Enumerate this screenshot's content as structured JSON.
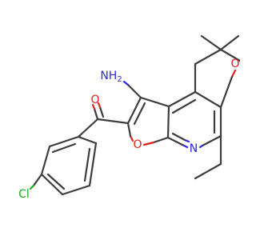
{
  "molecule": {
    "atom_labels": {
      "amino": "NH2",
      "amino_text": "NH",
      "amino_subscript": "2",
      "carbonyl_oxygen": "O",
      "furan_oxygen": "O",
      "pyran_oxygen": "O",
      "pyridine_nitrogen": "N",
      "chlorine": "Cl"
    },
    "colors": {
      "bond": "#3c3c3c",
      "oxygen": "#e0201b",
      "nitrogen": "#2a2ad8",
      "chlorine": "#16b016",
      "background": "#ffffff"
    }
  }
}
